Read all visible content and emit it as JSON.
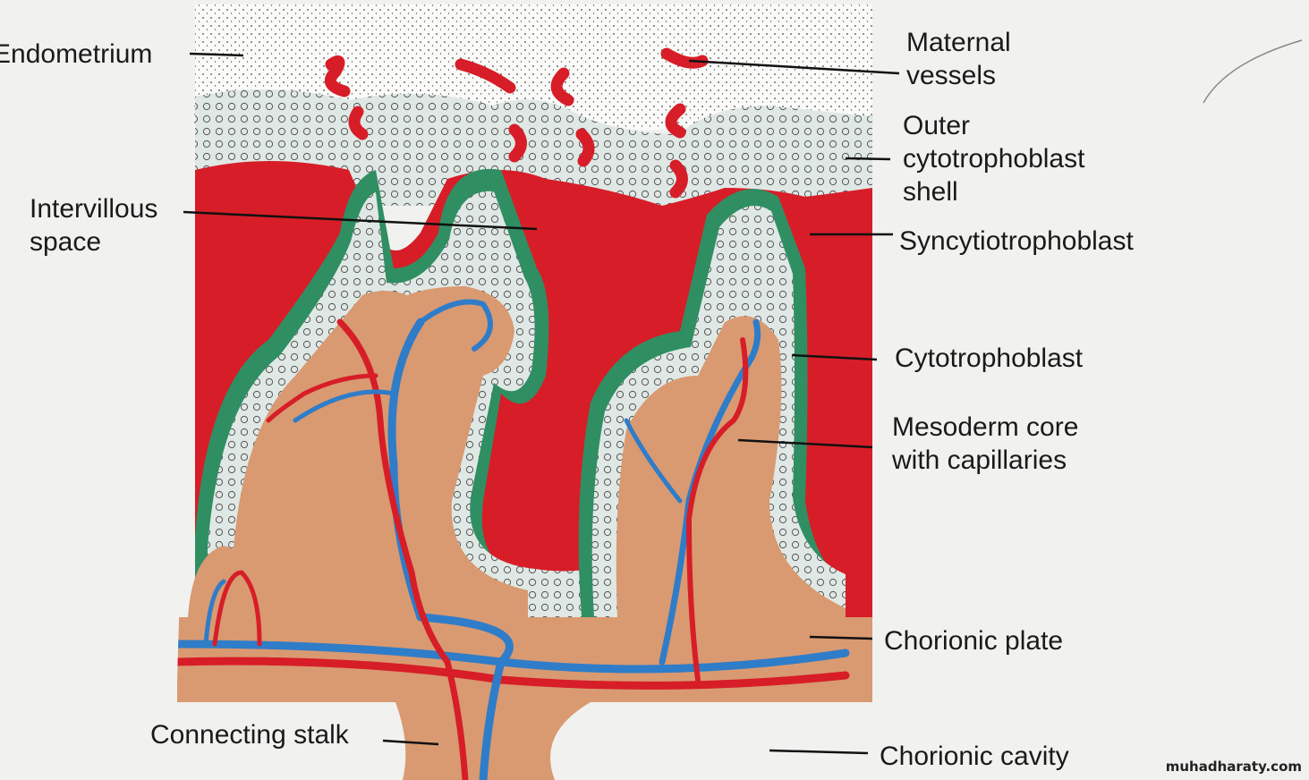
{
  "labels": {
    "endometrium": "Endometrium",
    "maternal_vessels": "Maternal\nvessels",
    "outer_shell": "Outer\ncytotrophoblast\nshell",
    "intervillous": "Intervillous\nspace",
    "syncytio": "Syncytiotrophoblast",
    "cytotrophoblast": "Cytotrophoblast",
    "mesoderm": "Mesoderm core\nwith capillaries",
    "chorionic_plate": "Chorionic plate",
    "connecting_stalk": "Connecting stalk",
    "chorionic_cavity": "Chorionic cavity"
  },
  "watermark": "muhadharaty.com",
  "colors": {
    "blood": "#d71e28",
    "syncytio": "#2f8f63",
    "cyto": "#dfe8e4",
    "mesoderm": "#d99a72",
    "vein": "#2f7cc9",
    "artery": "#d71e28",
    "background": "#f1f1ef"
  }
}
